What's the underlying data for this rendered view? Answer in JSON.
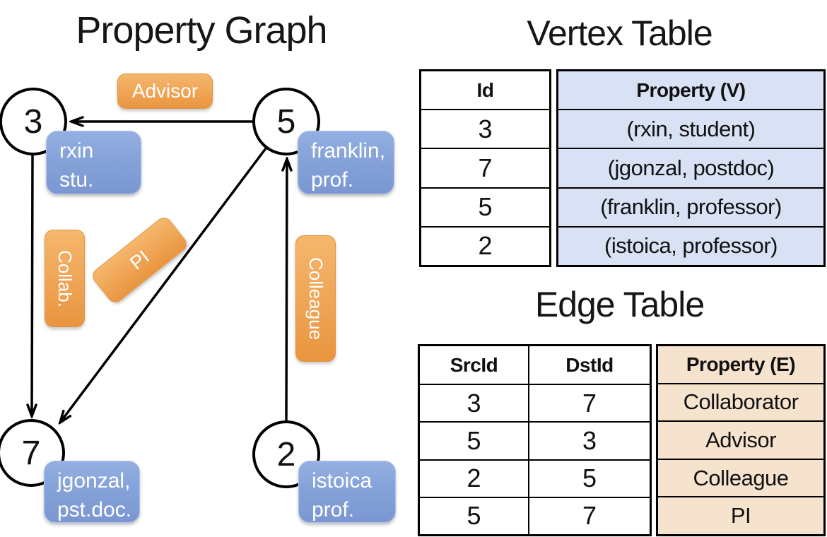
{
  "titles": {
    "graph": "Property Graph",
    "vertex_table": "Vertex Table",
    "edge_table": "Edge Table"
  },
  "graph": {
    "nodes": {
      "n3": "3",
      "n5": "5",
      "n7": "7",
      "n2": "2"
    },
    "vertex_labels": {
      "rxin": {
        "line1": "rxin",
        "line2": "stu."
      },
      "franklin": {
        "line1": "franklin,",
        "line2": "prof."
      },
      "jgonzal": {
        "line1": "jgonzal,",
        "line2": "pst.doc."
      },
      "istoica": {
        "line1": "istoica",
        "line2": "prof."
      }
    },
    "edge_labels": {
      "advisor": "Advisor",
      "collab": "Collab.",
      "pi": "PI",
      "colleague": "Colleague"
    },
    "edges": [
      {
        "src": "5",
        "dst": "3",
        "label": "Advisor"
      },
      {
        "src": "3",
        "dst": "7",
        "label": "Collab."
      },
      {
        "src": "5",
        "dst": "7",
        "label": "PI"
      },
      {
        "src": "2",
        "dst": "5",
        "label": "Colleague"
      }
    ]
  },
  "vertex_table": {
    "columns": [
      "Id",
      "Property (V)"
    ],
    "rows": [
      {
        "id": "3",
        "property": "(rxin, student)"
      },
      {
        "id": "7",
        "property": "(jgonzal, postdoc)"
      },
      {
        "id": "5",
        "property": "(franklin, professor)"
      },
      {
        "id": "2",
        "property": "(istoica, professor)"
      }
    ]
  },
  "edge_table": {
    "columns": [
      "SrcId",
      "DstId",
      "Property (E)"
    ],
    "rows": [
      {
        "src": "3",
        "dst": "7",
        "property": "Collaborator"
      },
      {
        "src": "5",
        "dst": "3",
        "property": "Advisor"
      },
      {
        "src": "2",
        "dst": "5",
        "property": "Colleague"
      },
      {
        "src": "5",
        "dst": "7",
        "property": "PI"
      }
    ]
  },
  "colors": {
    "edge_label_fill_top": "#f5b76c",
    "edge_label_fill_bottom": "#e9953f",
    "vertex_label_fill_top": "#94b0e2",
    "vertex_label_fill_bottom": "#7b97d2",
    "vertex_property_fill": "#d8e2f4",
    "edge_property_fill": "#f6e3ce",
    "line_color": "#000000"
  }
}
